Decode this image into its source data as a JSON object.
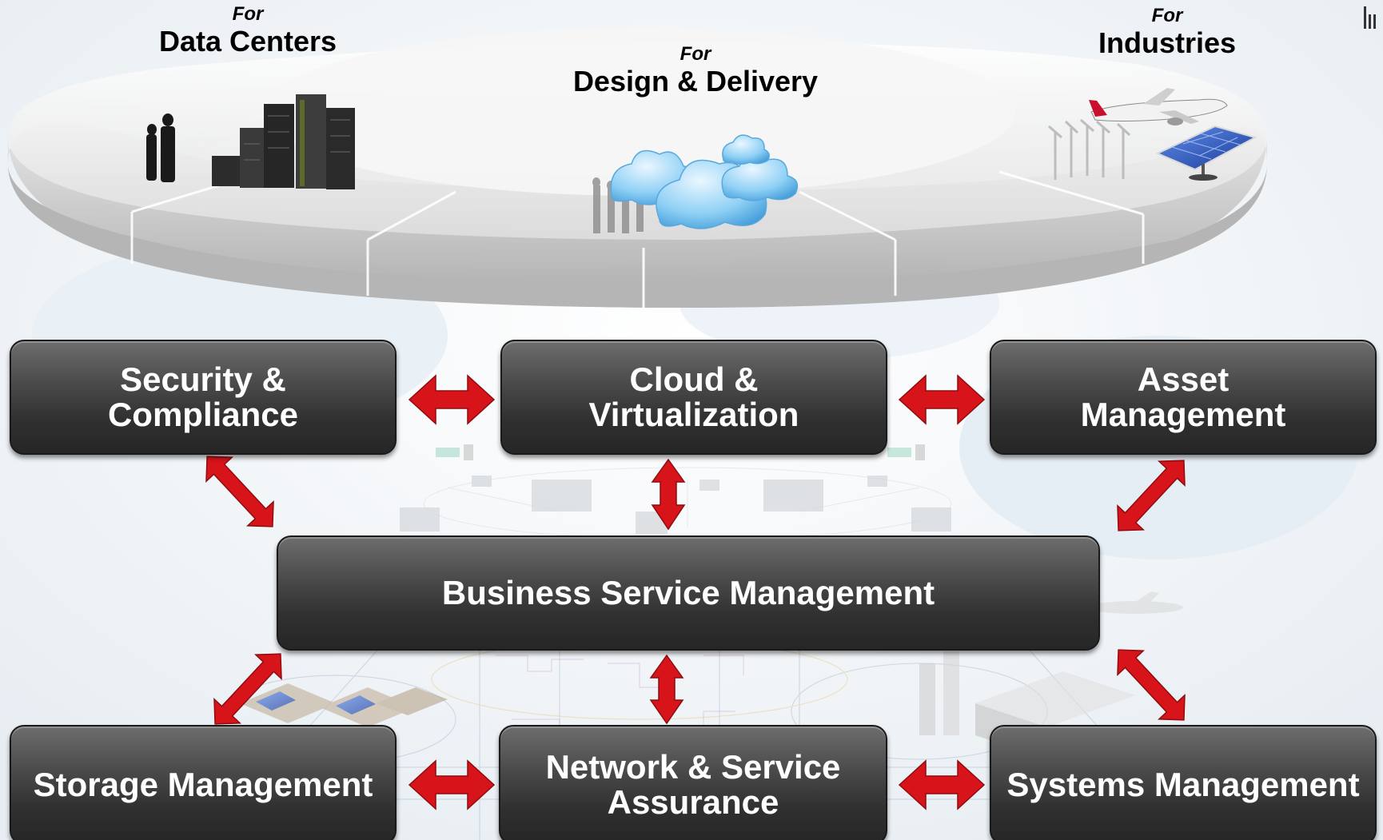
{
  "headers": [
    {
      "prefix": "For",
      "title": "Data Centers"
    },
    {
      "prefix": "For",
      "title": "Design & Delivery"
    },
    {
      "prefix": "For",
      "title": "Industries"
    }
  ],
  "boxes": {
    "security": [
      "Security &",
      "Compliance"
    ],
    "cloud": [
      "Cloud &",
      "Virtualization"
    ],
    "asset": [
      "Asset",
      "Management"
    ],
    "bsm": [
      "Business Service Management"
    ],
    "storage": [
      "Storage Management"
    ],
    "network": [
      "Network & Service",
      "Assurance"
    ],
    "systems": [
      "Systems Management"
    ]
  },
  "colors": {
    "arrow": "#d7141a",
    "box_top": "#6d6d6d",
    "box_bottom": "#262626",
    "platform": "#dcdcdc"
  }
}
